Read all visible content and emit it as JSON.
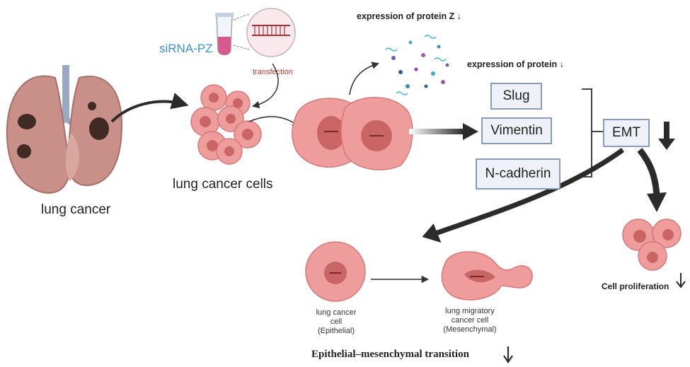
{
  "labels": {
    "lung_cancer": "lung cancer",
    "lung_cancer_cells": "lung cancer cells",
    "sirna": "siRNA-PZ",
    "transfection": "transfection",
    "expression_z": "expression of protein Z ↓",
    "expression_protein": "expression of protein ↓",
    "cell_proliferation": "Cell proliferation",
    "emt_title": "Epithelial–mesenchymal transition",
    "epithelial_line1": "lung cancer",
    "epithelial_line2": "cell",
    "epithelial_line3": "(Epithelial)",
    "mesenchymal_line1": "lung migratory",
    "mesenchymal_line2": "cancer cell",
    "mesenchymal_line3": "(Mesenchymal)"
  },
  "proteins": [
    "Slug",
    "Vimentin",
    "N-cadherin"
  ],
  "emt_box": "EMT",
  "colors": {
    "cell_fill": "#ee9c9c",
    "cell_stroke": "#d67878",
    "nucleus": "#c96565",
    "lung": "#c89088",
    "tumor": "#3f2a24",
    "trachea": "#9aa8c4",
    "siRNA_text": "#3d8fcd",
    "transfection_text": "#c43a3a",
    "box_border": "#8a9bb8",
    "arrow": "#2b2b2b"
  }
}
